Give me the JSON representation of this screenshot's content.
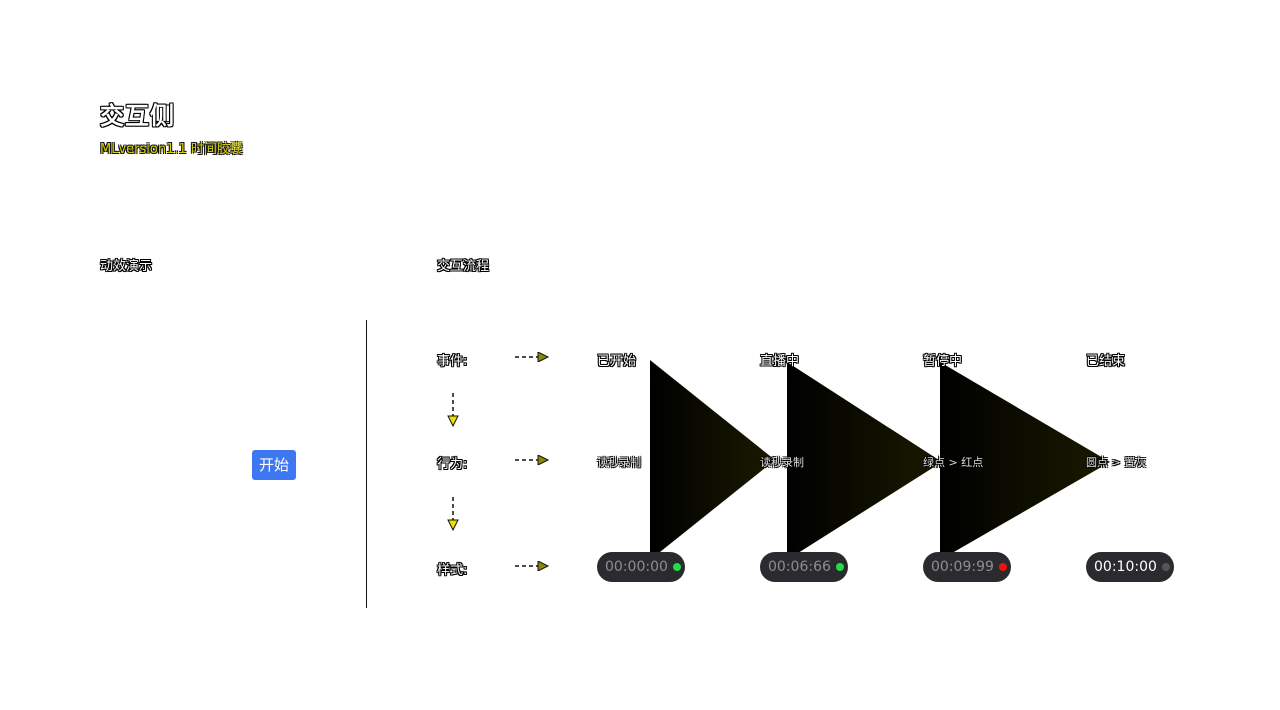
{
  "header": {
    "title": "交互侧",
    "subtitle": "MLversion1.1 时间胶囊"
  },
  "demo": {
    "section_label": "动效演示",
    "start_button_label": "开始"
  },
  "flow": {
    "section_label": "交互流程",
    "row_labels": {
      "event": "事件:",
      "behavior": "行为:",
      "style": "样式:"
    },
    "events": [
      "已开始",
      "直播中",
      "暂停中",
      "已结束"
    ],
    "behaviors": [
      "读秒录制",
      "读秒录制",
      "绿点 > 红点",
      "圆点 > 置灰"
    ],
    "capsules": [
      {
        "time": "00:00:00",
        "dot_color": "#22dd44"
      },
      {
        "time": "00:06:66",
        "dot_color": "#22dd44"
      },
      {
        "time": "00:09:99",
        "dot_color": "#ee1111"
      },
      {
        "time": "00:10:00",
        "dot_color": "#555558"
      }
    ]
  },
  "colors": {
    "accent_button": "#3d78f2",
    "capsule_bg": "#2b2b2f",
    "arrow_fill": "#8a8a00"
  }
}
